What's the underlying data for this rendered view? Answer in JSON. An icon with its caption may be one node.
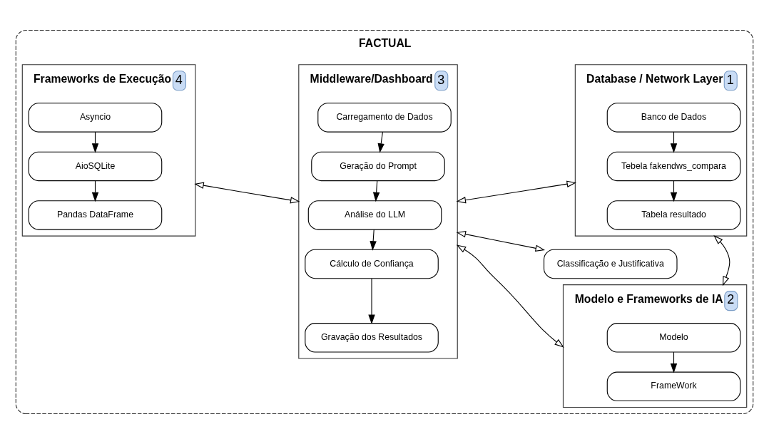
{
  "diagram": {
    "nodes": [
      {
        "text": [
          "FACTUAL"
        ]
      },
      {
        "text": [
          "Database / Network Layer"
        ],
        "beside": [
          "1"
        ],
        "in": 0
      },
      {
        "text": [
          "Banco de Dados"
        ],
        "in": 1
      },
      {
        "text": [
          "Tebela fakendws_compara"
        ],
        "in": 1
      },
      {
        "text": [
          "Tabela resultado"
        ],
        "in": 1
      },
      {
        "text": [
          "Modelo e Frameworks de IA"
        ],
        "beside": [
          "2"
        ],
        "in": 0
      },
      {
        "text": [
          "Modelo"
        ],
        "in": 5
      },
      {
        "text": [
          "FrameWork"
        ],
        "in": 5
      },
      {
        "text": [
          "Middleware/Dashboard"
        ],
        "beside": [
          "3"
        ],
        "in": 0
      },
      {
        "text": [
          "Carregamento de Dados"
        ],
        "in": 8
      },
      {
        "text": [
          "Geração do Prompt"
        ],
        "in": 8
      },
      {
        "text": [
          "Análise do LLM"
        ],
        "in": 8
      },
      {
        "text": [
          "Cálculo de Confiança"
        ],
        "in": 8
      },
      {
        "text": [
          "Gravação dos Resultados"
        ],
        "in": 8
      },
      {
        "text": [
          "Frameworks de Execução"
        ],
        "beside": [
          "4"
        ],
        "in": 0
      },
      {
        "text": [
          "Asyncio"
        ],
        "in": 14
      },
      {
        "text": [
          "AioSQLite"
        ],
        "in": 14
      },
      {
        "text": [
          "Pandas DataFrame"
        ],
        "in": 14
      },
      {
        "text": [
          "Classificação e Justificativa"
        ],
        "in": 0
      }
    ],
    "edges": [
      {
        "from": 2,
        "to": 3,
        "arrow": "to"
      },
      {
        "from": 3,
        "to": 4,
        "arrow": "to"
      },
      {
        "from": 1,
        "to": 8,
        "arrow": "both"
      },
      {
        "from": 1,
        "to": 5,
        "arrow": "both"
      },
      {
        "from": 6,
        "to": 7,
        "arrow": "to"
      },
      {
        "from": 5,
        "to": 8,
        "arrow": "both"
      },
      {
        "from": 9,
        "to": 10,
        "arrow": "to"
      },
      {
        "from": 10,
        "to": 11,
        "arrow": "to"
      },
      {
        "from": 11,
        "to": 12,
        "arrow": "to"
      },
      {
        "from": 12,
        "to": 13,
        "arrow": "to"
      },
      {
        "from": 8,
        "to": 14,
        "arrow": "both"
      },
      {
        "from": 15,
        "to": 16,
        "arrow": "to"
      },
      {
        "from": 16,
        "to": 17,
        "arrow": "to"
      },
      {
        "from": 8,
        "to": 18,
        "arrow": "both"
      }
    ]
  }
}
